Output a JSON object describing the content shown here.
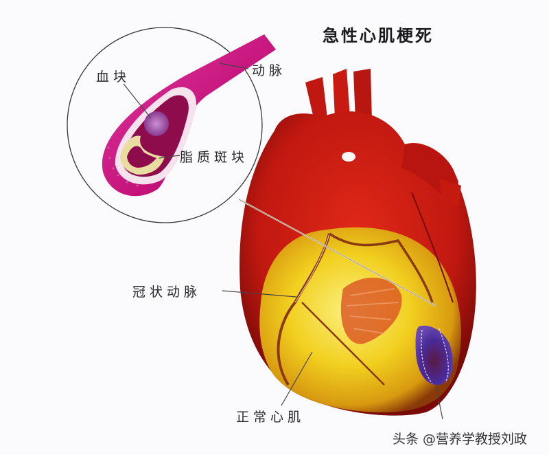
{
  "title": "急性心肌梗死",
  "labels": {
    "blood_clot": "血块",
    "artery": "动脉",
    "lipid_plaque": "脂质斑块",
    "coronary_artery": "冠状动脉",
    "normal_myocardium": "正常心肌"
  },
  "watermark": "头条 @营养学教授刘政",
  "colors": {
    "artery_wall": "#c4127a",
    "artery_lumen": "#8e0c4c",
    "clot": "#9a4aa0",
    "plaque": "#e8e0b0",
    "heart_red": "#c81a10",
    "heart_dark": "#7a0a08",
    "myocardium_yellow": "#f2d020",
    "infarct_purple": "#4a2a8a"
  }
}
